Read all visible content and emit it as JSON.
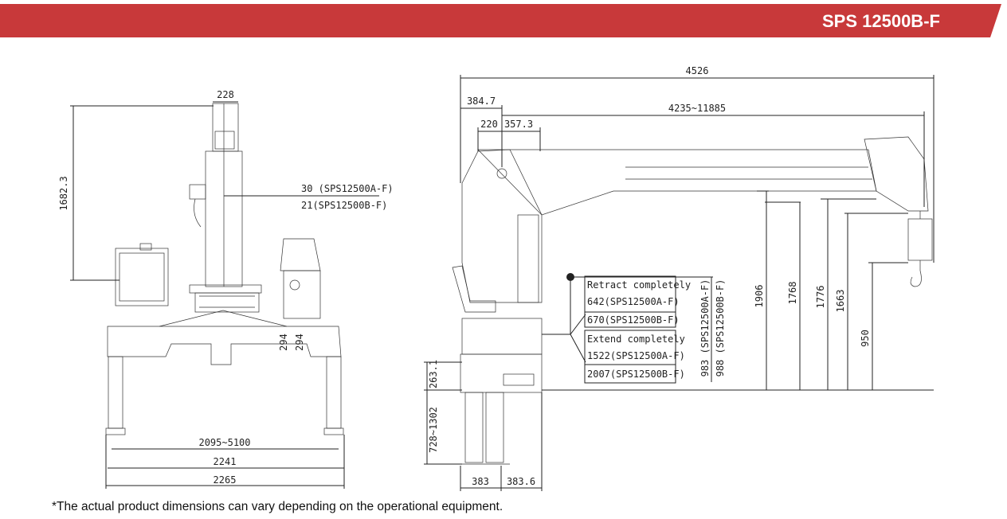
{
  "header": {
    "title": "SPS 12500B-F",
    "color": "#c8393a"
  },
  "front_view": {
    "dims": {
      "top_width": "228",
      "height": "1682.3",
      "offset_a": "30 (SPS12500A-F)",
      "offset_b": "21(SPS12500B-F)",
      "leg_a": "294",
      "leg_b": "294",
      "outrigger_span": "2095~5100",
      "width_inner": "2241",
      "width_outer": "2265"
    }
  },
  "side_view": {
    "dims": {
      "total_length": "4526",
      "front_offset": "384.7",
      "boom_reach": "4235~11885",
      "d220": "220",
      "d357": "357.3",
      "h1906": "1906",
      "h1768": "1768",
      "h1776": "1776",
      "h1663": "1663",
      "h950": "950",
      "h983": "983 (SPS12500A-F)",
      "h988": "988 (SPS12500B-F)",
      "base_h": "263.1",
      "leg_range": "728~1302",
      "w383": "383",
      "w3836": "383.6"
    },
    "callout": {
      "retract_title": "Retract completely",
      "retract_a": "642(SPS12500A-F)",
      "retract_b": "670(SPS12500B-F)",
      "extend_title": "Extend completely",
      "extend_a": "1522(SPS12500A-F)",
      "extend_b": "2007(SPS12500B-F)"
    }
  },
  "footnote": "*The actual product dimensions can vary depending on the operational equipment."
}
